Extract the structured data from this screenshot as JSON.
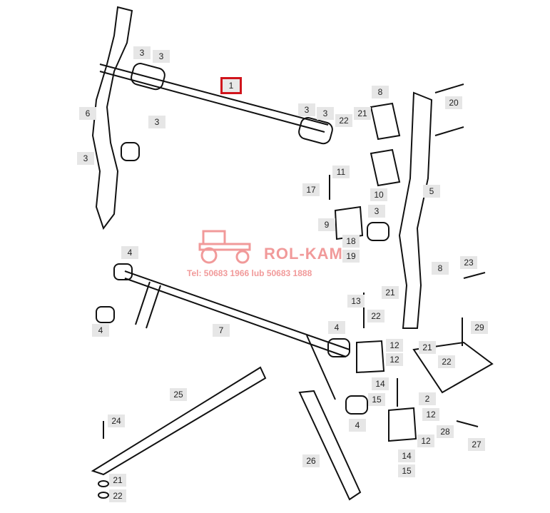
{
  "watermark": {
    "brand": "ROL-KAM",
    "phone": "Tel: 50683 1966 lub 50683 1888",
    "logo": "tractor-logo"
  },
  "selected_part": "1",
  "callouts": [
    {
      "n": "3"
    },
    {
      "n": "3"
    },
    {
      "n": "6"
    },
    {
      "n": "3"
    },
    {
      "n": "3"
    },
    {
      "n": "1"
    },
    {
      "n": "3"
    },
    {
      "n": "3"
    },
    {
      "n": "22"
    },
    {
      "n": "21"
    },
    {
      "n": "8"
    },
    {
      "n": "20"
    },
    {
      "n": "11"
    },
    {
      "n": "17"
    },
    {
      "n": "10"
    },
    {
      "n": "5"
    },
    {
      "n": "3"
    },
    {
      "n": "9"
    },
    {
      "n": "18"
    },
    {
      "n": "19"
    },
    {
      "n": "4"
    },
    {
      "n": "23"
    },
    {
      "n": "8"
    },
    {
      "n": "13"
    },
    {
      "n": "21"
    },
    {
      "n": "22"
    },
    {
      "n": "4"
    },
    {
      "n": "7"
    },
    {
      "n": "4"
    },
    {
      "n": "29"
    },
    {
      "n": "12"
    },
    {
      "n": "21"
    },
    {
      "n": "22"
    },
    {
      "n": "12"
    },
    {
      "n": "14"
    },
    {
      "n": "15"
    },
    {
      "n": "2"
    },
    {
      "n": "25"
    },
    {
      "n": "24"
    },
    {
      "n": "4"
    },
    {
      "n": "12"
    },
    {
      "n": "28"
    },
    {
      "n": "12"
    },
    {
      "n": "27"
    },
    {
      "n": "14"
    },
    {
      "n": "15"
    },
    {
      "n": "26"
    },
    {
      "n": "21"
    },
    {
      "n": "22"
    }
  ],
  "colors": {
    "highlight": "#d0141c",
    "watermark": "#f19a9a",
    "label_bg": "#e6e6e6"
  }
}
